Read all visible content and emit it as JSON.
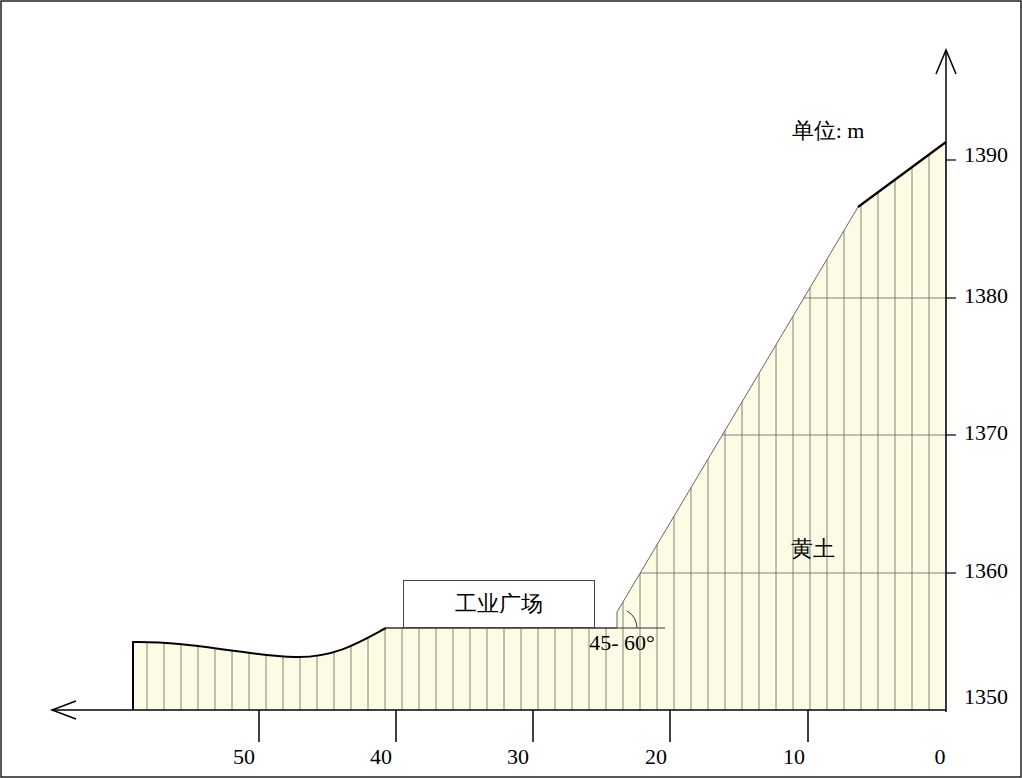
{
  "diagram": {
    "nodes": [
      {
        "text": [
          "工业广场"
        ]
      }
    ],
    "labels": [
      "单位: m",
      "1390",
      "1380",
      "1370",
      "1360",
      "1350",
      "50",
      "40",
      "30",
      "20",
      "10",
      "0",
      "黄土",
      "45- 60°"
    ]
  }
}
